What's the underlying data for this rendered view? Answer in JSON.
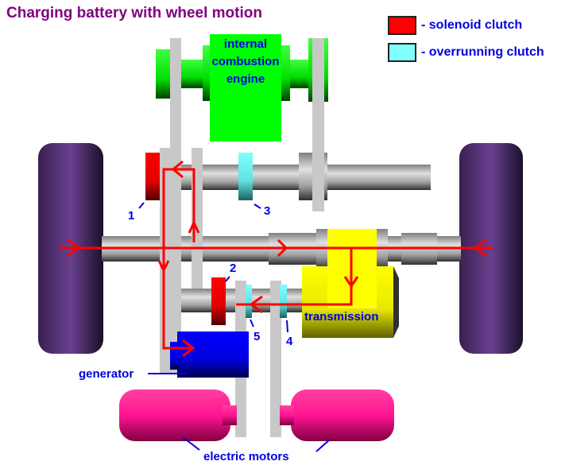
{
  "title": "Charging battery with wheel motion",
  "colors": {
    "title": "#800080",
    "label": "#0000e0",
    "flow_arrow": "#ff0000",
    "solenoid_clutch": "#ff0000",
    "overrunning_clutch": "#80ffff",
    "engine": "#00ff00",
    "transmission": "#ffff00",
    "generator": "#0000ff",
    "electric_motor": "#ff1493",
    "wheel": "#503070",
    "shaft": "#b8b8b8"
  },
  "legend": [
    {
      "key": "solenoid_clutch",
      "label": "- solenoid clutch"
    },
    {
      "key": "overrunning_clutch",
      "label": "- overrunning clutch"
    }
  ],
  "components": {
    "engine": [
      "internal",
      "combustion",
      "engine"
    ],
    "transmission": "transmission",
    "generator": "generator",
    "electric_motors": "electric motors"
  },
  "clutch_numbers": [
    "1",
    "2",
    "3",
    "4",
    "5"
  ]
}
